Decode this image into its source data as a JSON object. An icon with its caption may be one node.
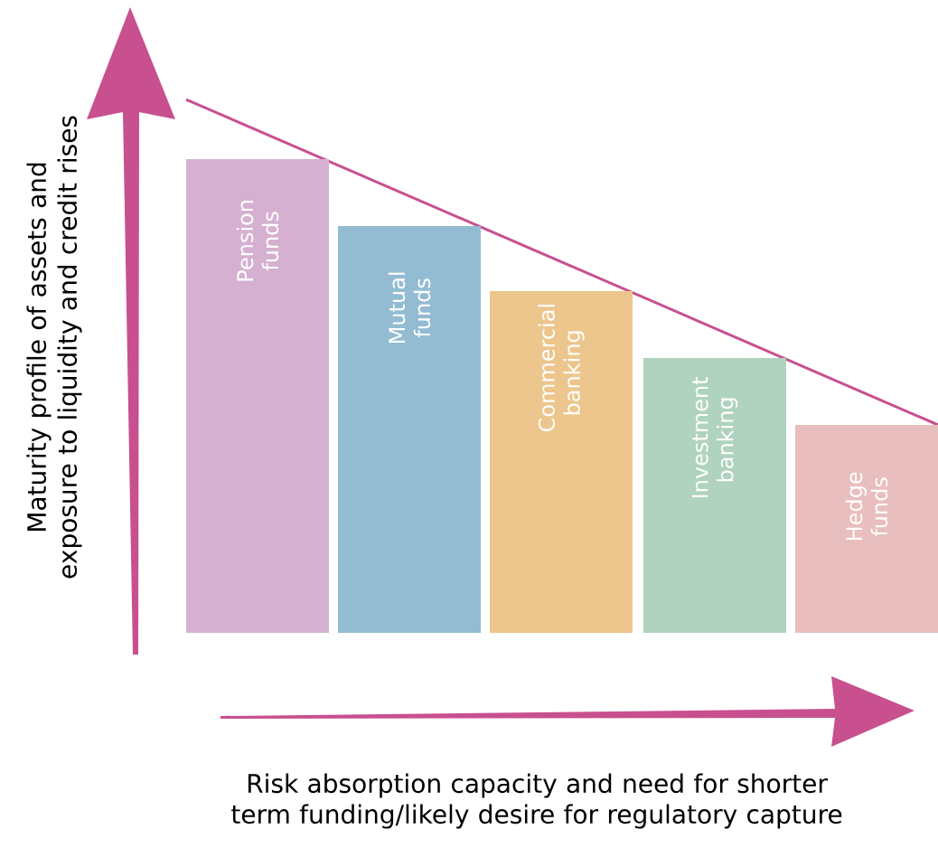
{
  "diagram": {
    "nodes": [
      {
        "text": [
          "Pension funds"
        ]
      },
      {
        "text": [
          "Mutual funds"
        ]
      },
      {
        "text": [
          "Commercial banking"
        ]
      },
      {
        "text": [
          "Investment banking"
        ]
      },
      {
        "text": [
          "Hedge funds"
        ]
      }
    ],
    "labels": [
      "Maturity profile of assets and exposure to liquidity and credit rises",
      "Risk absorption capacity and need for shorter term funding/likely desire for regulatory capture"
    ]
  }
}
